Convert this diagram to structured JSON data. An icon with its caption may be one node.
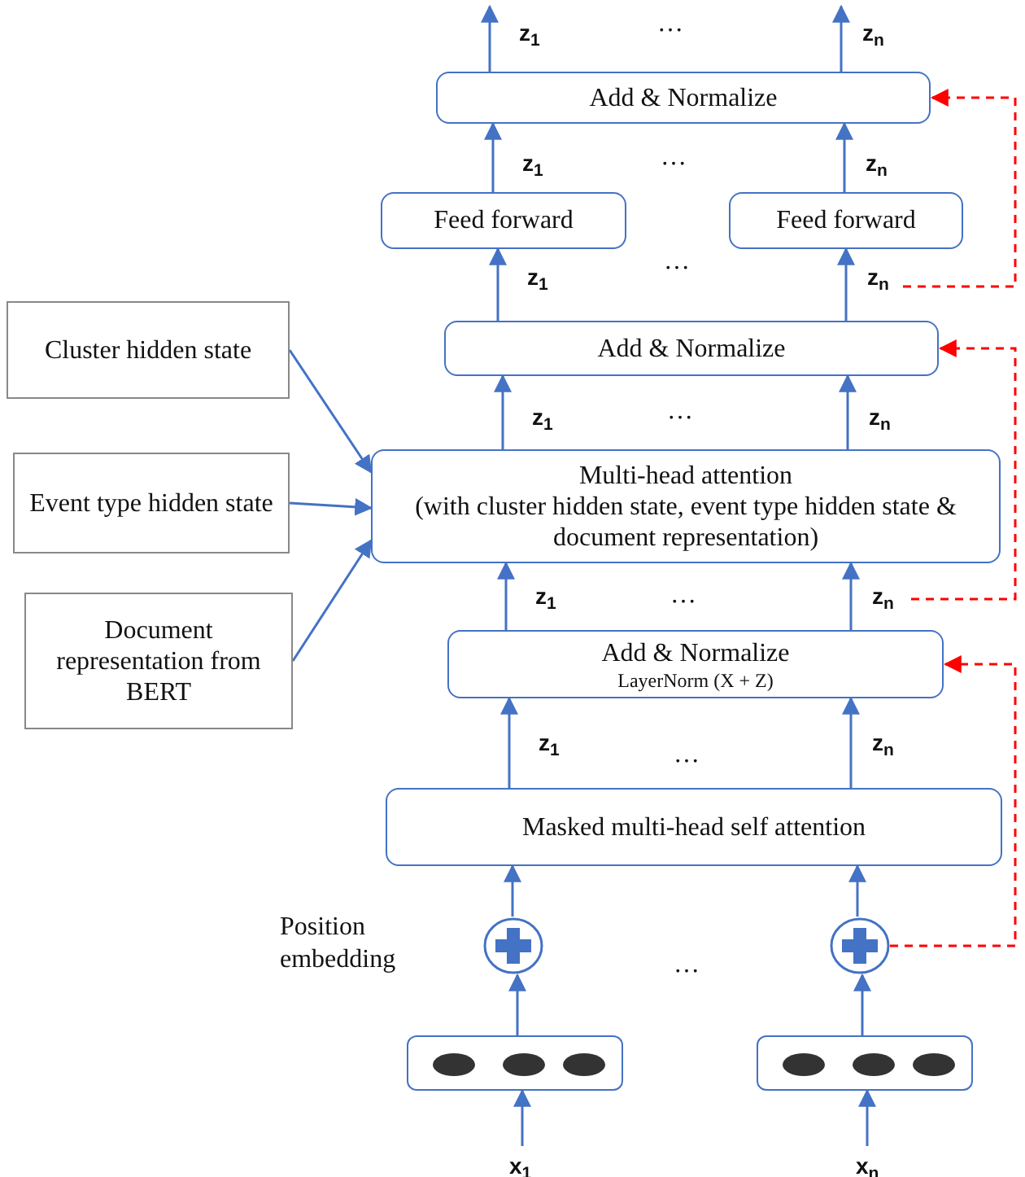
{
  "diagram": {
    "nodes": [
      {
        "text": [
          "Add & Normalize"
        ]
      },
      {
        "text": [
          "Feed forward"
        ]
      },
      {
        "text": [
          "Feed forward"
        ]
      },
      {
        "text": [
          "Add & Normalize"
        ]
      },
      {
        "text": [
          "Cluster hidden state"
        ]
      },
      {
        "text": [
          "Event type hidden state"
        ]
      },
      {
        "text": [
          "Document representation from BERT"
        ]
      },
      {
        "text": [
          "Multi-head attention",
          "(with cluster hidden state, event type hidden state & document representation)"
        ]
      },
      {
        "text": [
          "Add & Normalize",
          "LayerNorm (X + Z)"
        ]
      },
      {
        "text": [
          "Masked multi-head self attention"
        ]
      },
      {
        "text": [],
        "shape": "circle"
      },
      {
        "text": [],
        "shape": "circle"
      },
      {
        "text": [],
        "shape": "box"
      },
      {
        "text": [],
        "shape": "box"
      }
    ],
    "edges": [
      {
        "from": null,
        "to": 12,
        "arrow": "to",
        "label": "x$_{1}$"
      },
      {
        "from": null,
        "to": 13,
        "arrow": "to",
        "label": "x$_{n}$"
      },
      {
        "from": 12,
        "to": 10,
        "arrow": "to"
      },
      {
        "from": 13,
        "to": 11,
        "arrow": "to"
      },
      {
        "from": 10,
        "to": 9,
        "arrow": "to"
      },
      {
        "from": 11,
        "to": 9,
        "arrow": "to"
      },
      {
        "from": 9,
        "to": 8,
        "arrow": "to",
        "label": "z$_{1}$"
      },
      {
        "from": 9,
        "to": 8,
        "arrow": "to",
        "label": "z$_{n}$"
      },
      {
        "from": 8,
        "to": 7,
        "arrow": "to",
        "label": "z$_{1}$"
      },
      {
        "from": 8,
        "to": 7,
        "arrow": "to",
        "label": "z$_{n}$"
      },
      {
        "from": 7,
        "to": 3,
        "arrow": "to",
        "label": "z$_{1}$"
      },
      {
        "from": 7,
        "to": 3,
        "arrow": "to",
        "label": "z$_{n}$"
      },
      {
        "from": 3,
        "to": 1,
        "arrow": "to",
        "label": "z$_{1}$"
      },
      {
        "from": 3,
        "to": 2,
        "arrow": "to",
        "label": "z$_{n}$"
      },
      {
        "from": 1,
        "to": 0,
        "arrow": "to",
        "label": "z$_{1}$"
      },
      {
        "from": 2,
        "to": 0,
        "arrow": "to",
        "label": "z$_{n}$"
      },
      {
        "from": 0,
        "to": null,
        "arrow": "to",
        "label": "z$_{1}$"
      },
      {
        "from": 0,
        "to": null,
        "arrow": "to",
        "label": "z$_{n}$"
      },
      {
        "from": 4,
        "to": 7,
        "arrow": "to"
      },
      {
        "from": 5,
        "to": 7,
        "arrow": "to"
      },
      {
        "from": 6,
        "to": 7,
        "arrow": "to"
      },
      {
        "from": 11,
        "to": 8,
        "arrow": "to",
        "style": "dashed",
        "color": "#ff0000"
      },
      {
        "from": null,
        "to": 3,
        "arrow": "to",
        "style": "dashed",
        "color": "#ff0000"
      },
      {
        "from": null,
        "to": 0,
        "arrow": "to",
        "style": "dashed",
        "color": "#ff0000"
      }
    ],
    "labels": [
      "…",
      "…",
      "…",
      "…",
      "…",
      "…",
      "…",
      "Position embedding"
    ]
  }
}
